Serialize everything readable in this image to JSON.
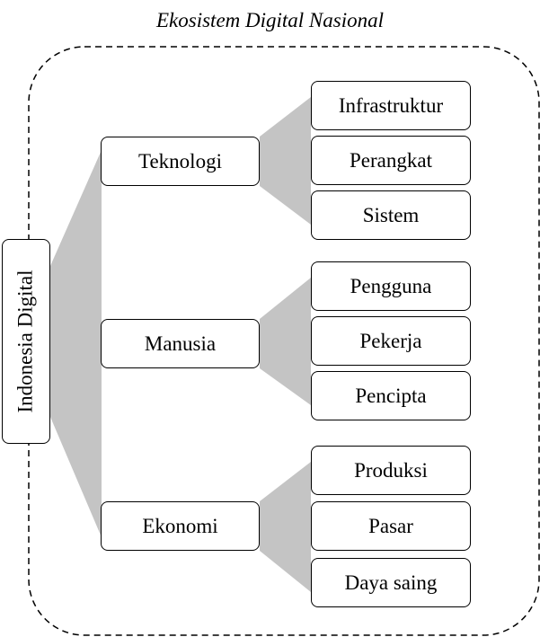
{
  "title": "Ekosistem Digital Nasional",
  "root": "Indonesia Digital",
  "pillars": [
    {
      "label": "Teknologi",
      "children": [
        "Infrastruktur",
        "Perangkat",
        "Sistem"
      ]
    },
    {
      "label": "Manusia",
      "children": [
        "Pengguna",
        "Pekerja",
        "Pencipta"
      ]
    },
    {
      "label": "Ekonomi",
      "children": [
        "Produksi",
        "Pasar",
        "Daya saing"
      ]
    }
  ],
  "colors": {
    "fan": "#c4c4c4",
    "border": "#000000"
  }
}
